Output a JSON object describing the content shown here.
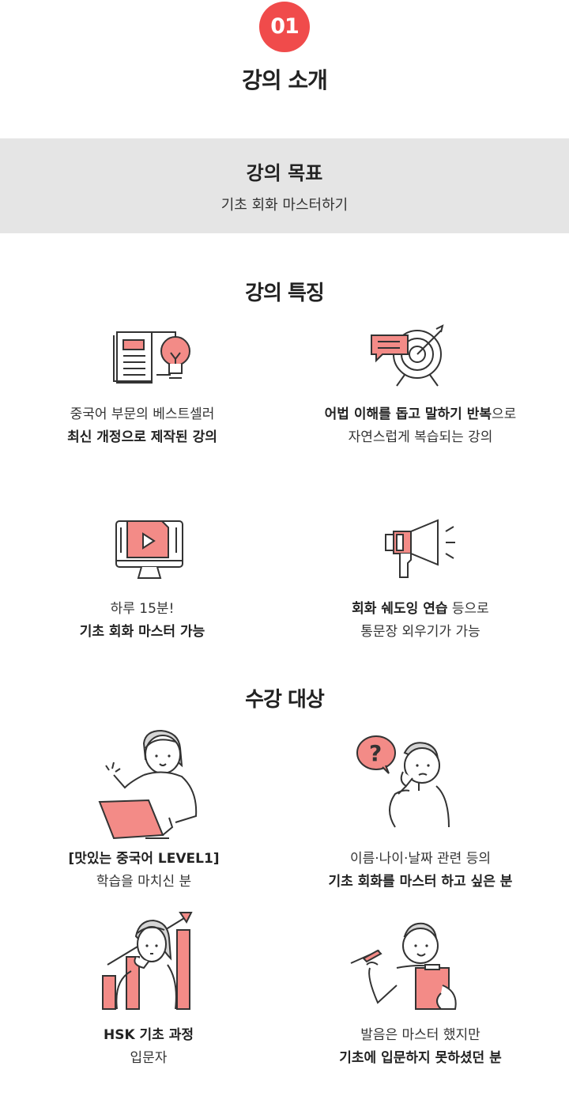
{
  "header": {
    "badge": "01",
    "title": "강의 소개"
  },
  "goal": {
    "title": "강의 목표",
    "text": "기초 회화 마스터하기"
  },
  "features": {
    "title": "강의 특징",
    "items": [
      {
        "icon": "book-lightbulb-icon",
        "line1": "중국어 부문의 베스트셀러",
        "line2_bold": "최신 개정으로 제작된 강의"
      },
      {
        "icon": "target-speech-icon",
        "line1_bold": "어법 이해를 돕고 말하기 반복",
        "line1_rest": "으로",
        "line2": "자연스럽게 복습되는 강의"
      },
      {
        "icon": "video-monitor-icon",
        "line1": "하루 15분!",
        "line2_bold": "기초 회화 마스터 가능"
      },
      {
        "icon": "megaphone-icon",
        "line1_bold": "회화 쉐도잉 연습",
        "line1_rest": " 등으로",
        "line2": "통문장 외우기가 가능"
      }
    ]
  },
  "targets": {
    "title": "수강 대상",
    "items": [
      {
        "icon": "person-laptop-icon",
        "line1_bold": "[맛있는 중국어 LEVEL1]",
        "line2": "학습을 마치신 분"
      },
      {
        "icon": "person-question-icon",
        "line1": "이름·나이·날짜 관련 등의",
        "line2_bold": "기초 회화를 마스터 하고 싶은 분"
      },
      {
        "icon": "person-growth-chart-icon",
        "line1_bold": "HSK 기초 과정",
        "line2": "입문자"
      },
      {
        "icon": "person-writing-icon",
        "line1": "발음은 마스터 했지만",
        "line2_bold": "기초에 입문하지 못하셨던 분"
      }
    ]
  },
  "colors": {
    "accent": "#f04b4b",
    "icon_fill": "#f38b87",
    "goal_bg": "#e5e5e5"
  }
}
